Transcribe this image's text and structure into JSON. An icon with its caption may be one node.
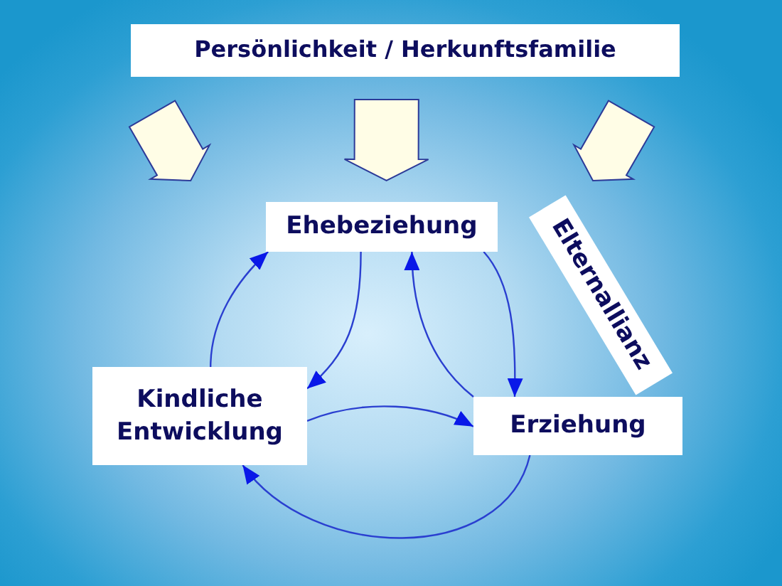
{
  "diagram": {
    "nodes": [
      {
        "text": [
          "Persönlichkeit / Herkunftsfamilie"
        ]
      },
      {
        "text": [
          "Ehebeziehung"
        ]
      },
      {
        "text": [
          "Elternallianz"
        ]
      },
      {
        "text": [
          "Kindliche Entwicklung"
        ]
      },
      {
        "text": [
          "Erziehung"
        ]
      }
    ],
    "edges": [
      {
        "from": 0,
        "to": null,
        "arrow": "to",
        "style": "thick"
      },
      {
        "from": 0,
        "to": 1,
        "arrow": "to",
        "style": "thick"
      },
      {
        "from": 0,
        "to": null,
        "arrow": "to",
        "style": "thick"
      },
      {
        "from": 3,
        "to": 1,
        "arrow": "to"
      },
      {
        "from": 1,
        "to": 3,
        "arrow": "to"
      },
      {
        "from": 4,
        "to": 1,
        "arrow": "to"
      },
      {
        "from": 1,
        "to": 4,
        "arrow": "to"
      },
      {
        "from": 3,
        "to": 4,
        "arrow": "to"
      },
      {
        "from": 4,
        "to": 3,
        "arrow": "to"
      }
    ]
  }
}
